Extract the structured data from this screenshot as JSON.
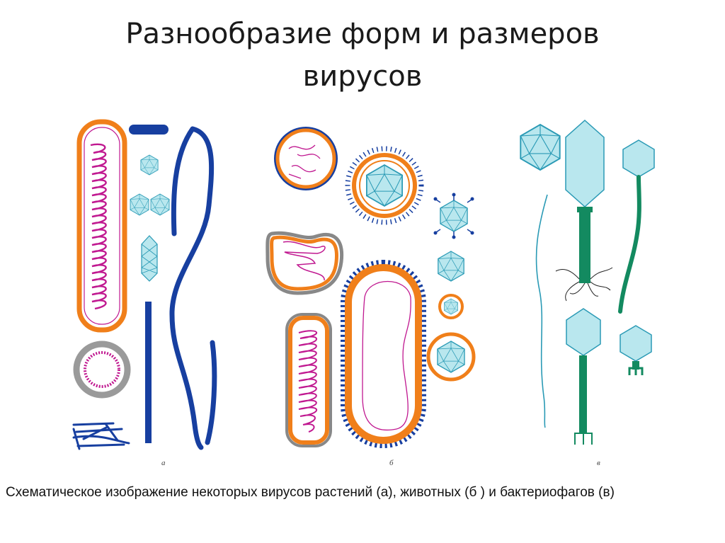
{
  "slide": {
    "title_line1": "Разнообразие форм и размеров",
    "title_line2": "вирусов",
    "panel_labels": {
      "a": "а",
      "b": "б",
      "c": "в"
    },
    "caption": "Схематическое изображение некоторых вирусов растений (а), животных (б ) и бактериофагов (в)"
  },
  "colors": {
    "envelope_orange": "#f07f1a",
    "nucleic_magenta": "#c01890",
    "capsid_cyan": "#b9e7ee",
    "capsid_stroke": "#2a9ab5",
    "dark_blue": "#173fa0",
    "tail_green": "#138a60",
    "shell_gray": "#9a9a9a"
  },
  "icons": [
    "helical-rod-virus-icon",
    "icosahedral-capsid-icon",
    "filamentous-virus-icon",
    "enveloped-virus-icon",
    "bacteriophage-icon"
  ]
}
